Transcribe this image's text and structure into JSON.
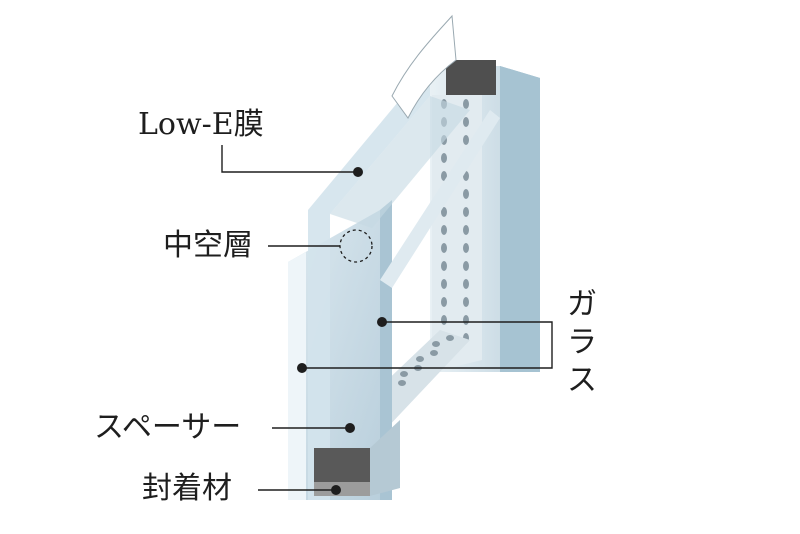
{
  "labels": {
    "low_e": "Low-E膜",
    "air_layer": "中空層",
    "glass": "ガラス",
    "spacer": "スペーサー",
    "sealant": "封着材"
  },
  "colors": {
    "glass_face": "#c9dbe6",
    "glass_edge": "#eef5f9",
    "glass_rim": "#a9c4d3",
    "spacer": "#5a5a5a",
    "sealant": "#9a9a9a",
    "leader": "#1e1e1e"
  }
}
